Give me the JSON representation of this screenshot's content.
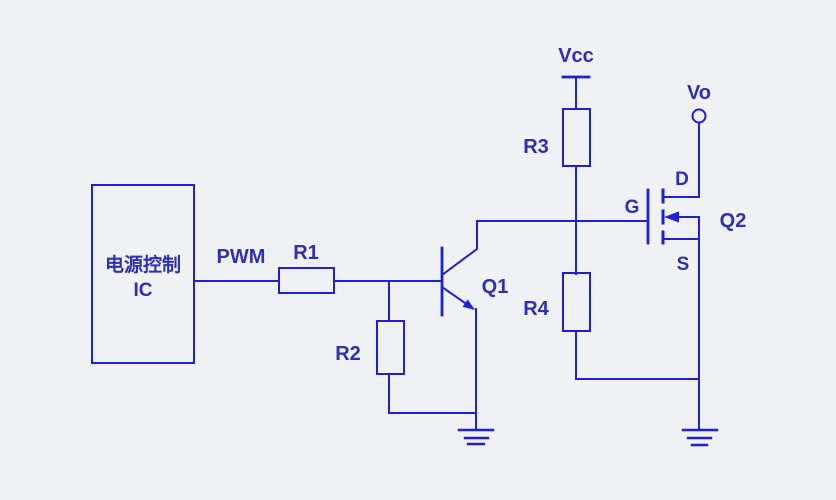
{
  "diagram": {
    "type": "circuit-schematic",
    "ic_block": {
      "line1": "电源控制",
      "line2": "IC"
    },
    "labels": {
      "pwm": "PWM",
      "r1": "R1",
      "r2": "R2",
      "r3": "R3",
      "r4": "R4",
      "q1": "Q1",
      "q2": "Q2",
      "vcc": "Vcc",
      "vo": "Vo",
      "gate": "G",
      "drain": "D",
      "source": "S"
    },
    "colors": {
      "background": "#f0f1f4",
      "line": "#1d20d8",
      "text": "#2d2fb5"
    }
  }
}
